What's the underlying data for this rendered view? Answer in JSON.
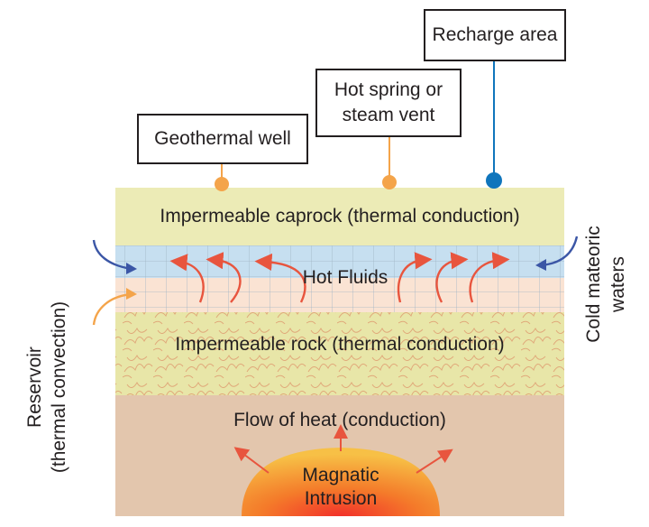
{
  "callouts": {
    "geothermal_well": "Geothermal well",
    "hot_spring_line1": "Hot spring or",
    "hot_spring_line2": "steam vent",
    "recharge_area": "Recharge area"
  },
  "layers": {
    "caprock": "Impermeable caprock (thermal conduction)",
    "hot_fluids": "Hot Fluids",
    "rock": "Impermeable rock (thermal conduction)",
    "heat_flow": "Flow of heat (conduction)",
    "intrusion_line1": "Magnatic",
    "intrusion_line2": "Intrusion"
  },
  "side_labels": {
    "cold_line1": "Cold mateoric",
    "cold_line2": "waters",
    "reservoir_line1": "Reservoir",
    "reservoir_line2": "(thermal convection)"
  },
  "colors": {
    "caprock": "#ecebb6",
    "rock": "#e8e6a8",
    "fluid_blue": "#c6dff0",
    "fluid_pink": "#fae3d3",
    "basement": "#e3c6ad",
    "orange": "#f4a44a",
    "blue": "#0f75bc",
    "arrow_red": "#e8553e",
    "arrow_navy": "#3b56a6"
  }
}
